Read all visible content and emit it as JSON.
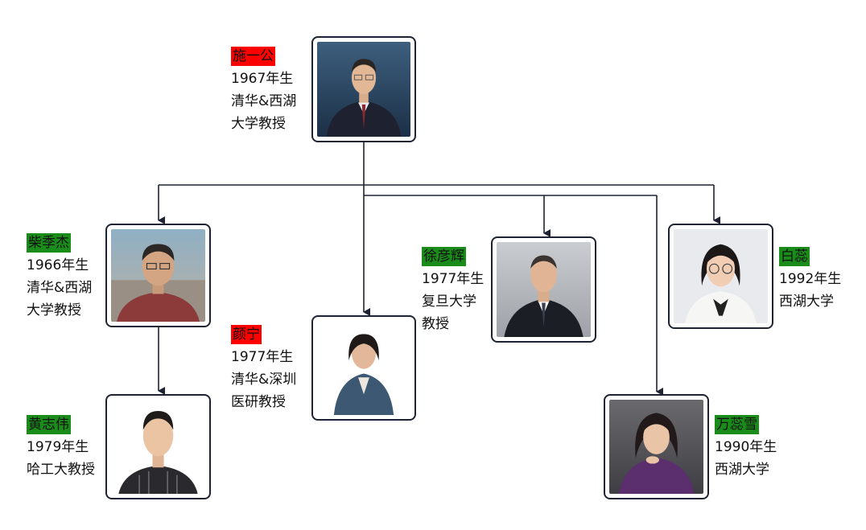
{
  "colors": {
    "red_label": "#ff0000",
    "green_label": "#1a8c1a",
    "connector": "#1f2233"
  },
  "people": {
    "shi": {
      "name": "施一公",
      "lines": [
        "1967年生",
        "清华&西湖",
        "大学教授"
      ]
    },
    "chai": {
      "name": "柴季杰",
      "lines": [
        "1966年生",
        "清华&西湖",
        "大学教授"
      ]
    },
    "huang": {
      "name": "黄志伟",
      "lines": [
        "1979年生",
        "哈工大教授"
      ]
    },
    "yan": {
      "name": "颜宁",
      "lines": [
        "1977年生",
        "清华&深圳",
        "医研教授"
      ]
    },
    "xu": {
      "name": "徐彦辉",
      "lines": [
        "1977年生",
        "复旦大学",
        "教授"
      ]
    },
    "bai": {
      "name": "白蕊",
      "lines": [
        "1992年生",
        "西湖大学"
      ]
    },
    "wan": {
      "name": "万蕊雪",
      "lines": [
        "1990年生",
        "西湖大学"
      ]
    }
  }
}
